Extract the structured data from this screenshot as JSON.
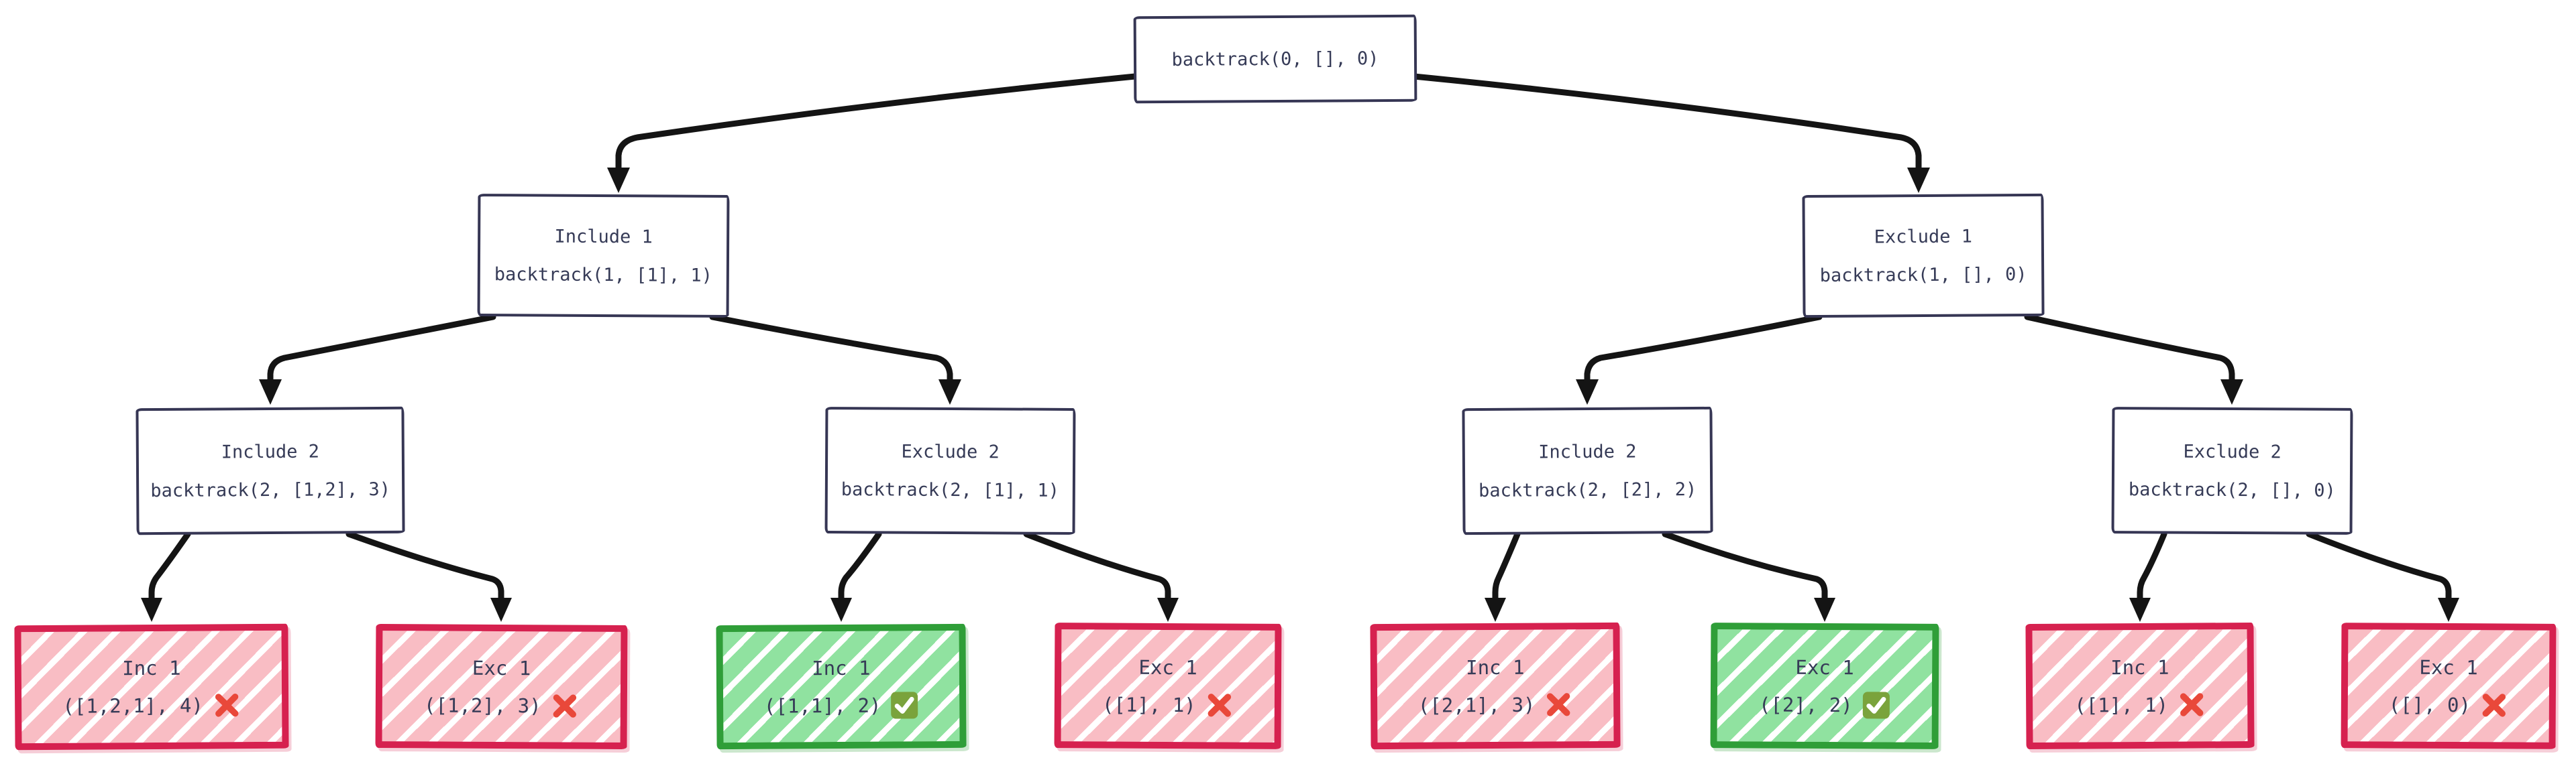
{
  "tree": {
    "root": {
      "id": "root",
      "call": "backtrack(0, [], 0)"
    },
    "level1": [
      {
        "id": "include-1",
        "label": "Include 1",
        "call": "backtrack(1, [1], 1)"
      },
      {
        "id": "exclude-1",
        "label": "Exclude 1",
        "call": "backtrack(1, [], 0)"
      }
    ],
    "level2": [
      {
        "id": "include-2-a",
        "label": "Include 2",
        "call": "backtrack(2, [1,2], 3)"
      },
      {
        "id": "exclude-2-a",
        "label": "Exclude 2",
        "call": "backtrack(2, [1], 1)"
      },
      {
        "id": "include-2-b",
        "label": "Include 2",
        "call": "backtrack(2, [2], 2)"
      },
      {
        "id": "exclude-2-b",
        "label": "Exclude 2",
        "call": "backtrack(2, [], 0)"
      }
    ],
    "leaves": [
      {
        "id": "leaf-1",
        "label": "Inc 1",
        "result": "([1,2,1], 4)",
        "status": "fail",
        "status_icon": "cross-mark-icon"
      },
      {
        "id": "leaf-2",
        "label": "Exc 1",
        "result": "([1,2], 3)",
        "status": "fail",
        "status_icon": "cross-mark-icon"
      },
      {
        "id": "leaf-3",
        "label": "Inc 1",
        "result": "([1,1], 2)",
        "status": "success",
        "status_icon": "check-mark-icon"
      },
      {
        "id": "leaf-4",
        "label": "Exc 1",
        "result": "([1], 1)",
        "status": "fail",
        "status_icon": "cross-mark-icon"
      },
      {
        "id": "leaf-5",
        "label": "Inc 1",
        "result": "([2,1], 3)",
        "status": "fail",
        "status_icon": "cross-mark-icon"
      },
      {
        "id": "leaf-6",
        "label": "Exc 1",
        "result": "([2], 2)",
        "status": "success",
        "status_icon": "check-mark-icon"
      },
      {
        "id": "leaf-7",
        "label": "Inc 1",
        "result": "([1], 1)",
        "status": "fail",
        "status_icon": "cross-mark-icon"
      },
      {
        "id": "leaf-8",
        "label": "Exc 1",
        "result": "([], 0)",
        "status": "fail",
        "status_icon": "cross-mark-icon"
      }
    ],
    "edges": [
      [
        "root",
        "include-1"
      ],
      [
        "root",
        "exclude-1"
      ],
      [
        "include-1",
        "include-2-a"
      ],
      [
        "include-1",
        "exclude-2-a"
      ],
      [
        "exclude-1",
        "include-2-b"
      ],
      [
        "exclude-1",
        "exclude-2-b"
      ],
      [
        "include-2-a",
        "leaf-1"
      ],
      [
        "include-2-a",
        "leaf-2"
      ],
      [
        "exclude-2-a",
        "leaf-3"
      ],
      [
        "exclude-2-a",
        "leaf-4"
      ],
      [
        "include-2-b",
        "leaf-5"
      ],
      [
        "include-2-b",
        "leaf-6"
      ],
      [
        "exclude-2-b",
        "leaf-7"
      ],
      [
        "exclude-2-b",
        "leaf-8"
      ]
    ]
  },
  "colors": {
    "text": "#363b57",
    "node_border": "#363654",
    "arrow": "#141414",
    "fail_border": "#d6214f",
    "fail_fill": "#f9bdc4",
    "success_border": "#2f9e38",
    "success_fill": "#90e2a0",
    "cross_icon": "#e9483a",
    "check_icon_box": "#7aa33c"
  }
}
